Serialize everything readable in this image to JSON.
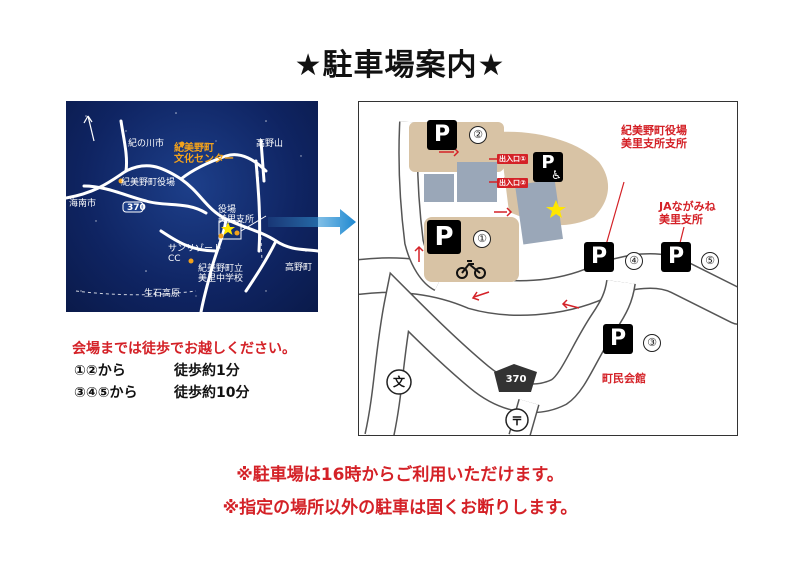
{
  "title": "★駐車場案内★",
  "area_map": {
    "labels": {
      "kinokawa": "紀の川市",
      "town_office": "紀美野町役場",
      "kainan": "海南市",
      "route": "370",
      "koyasan": "高野山",
      "branch": "役場\n美里支所",
      "sunresort": "サンリゾート\nCC",
      "school": "紀美野町立\n美里中学校",
      "koya": "高野町",
      "ikushi": "生石高原"
    },
    "venue": "紀美野町\n文化センター",
    "colors": {
      "sky": "#0f2462",
      "roads": "#ffffff",
      "venue": "#f3a21b",
      "star": "#ffe600"
    }
  },
  "site_map": {
    "parking": [
      {
        "id": "p1",
        "num": "①"
      },
      {
        "id": "p2",
        "num": "②"
      },
      {
        "id": "p3",
        "num": "③"
      },
      {
        "id": "p4",
        "num": "④"
      },
      {
        "id": "p5",
        "num": "⑤"
      }
    ],
    "p_letter": "P",
    "accessible_letter": "P",
    "gate1": "出入口①",
    "gate2": "出入口②",
    "town_office_branch": "紀美野町役場\n美里支所支所",
    "ja_branch": "JAながみね\n美里支所",
    "community_hall": "町民会館",
    "route": "370",
    "school_symbol": "文",
    "post_symbol": "〒",
    "colors": {
      "ground": "#d8c3a5",
      "road": "#ffffff",
      "road_edge": "#555555",
      "accent": "#d42127",
      "building": "#9aa7b8"
    }
  },
  "access": {
    "heading": "会場までは徒歩でお越しください。",
    "rows": [
      {
        "from": "①②から",
        "time": "徒歩約1分"
      },
      {
        "from": "③④⑤から",
        "time": "徒歩約10分"
      }
    ]
  },
  "notes": [
    "※駐車場は16時からご利用いただけます。",
    "※指定の場所以外の駐車は固くお断りします。"
  ]
}
